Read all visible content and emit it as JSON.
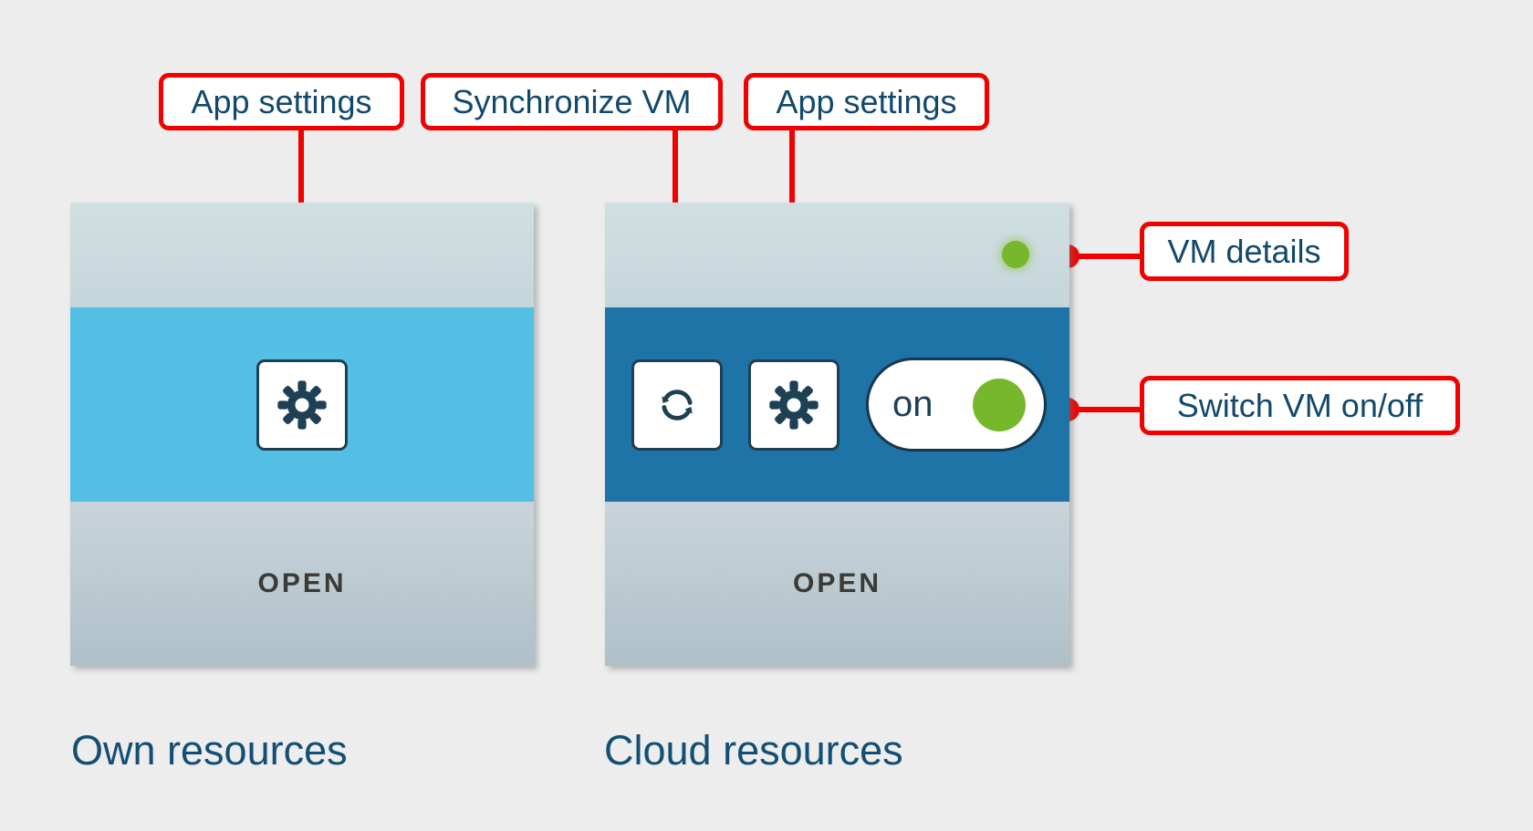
{
  "figure": {
    "background": "#ECEDEC"
  },
  "callouts": {
    "app_settings_own": "App settings",
    "synchronize_vm": "Synchronize VM",
    "app_settings_cloud": "App settings",
    "vm_details": "VM details",
    "switch_vm": "Switch VM on/off"
  },
  "cards": {
    "own": {
      "caption": "Own resources",
      "open_label": "OPEN"
    },
    "cloud": {
      "caption": "Cloud resources",
      "open_label": "OPEN",
      "toggle_state": "on"
    }
  },
  "icons": {
    "own_settings": "gear-icon",
    "cloud_sync": "sync-icon",
    "cloud_settings": "gear-icon",
    "vm_status": "status-dot"
  },
  "colors": {
    "annotation_red": "#F20000",
    "callout_text": "#12496B",
    "caption_text": "#134E74",
    "own_accent_blue": "#54BFE4",
    "cloud_accent_blue": "#1E73A7",
    "card_header": "#CBDBDF",
    "card_footer": "#B9C7CF",
    "status_green": "#77B72C",
    "icon_navy": "#1D4054",
    "open_text": "#3B3A34"
  }
}
